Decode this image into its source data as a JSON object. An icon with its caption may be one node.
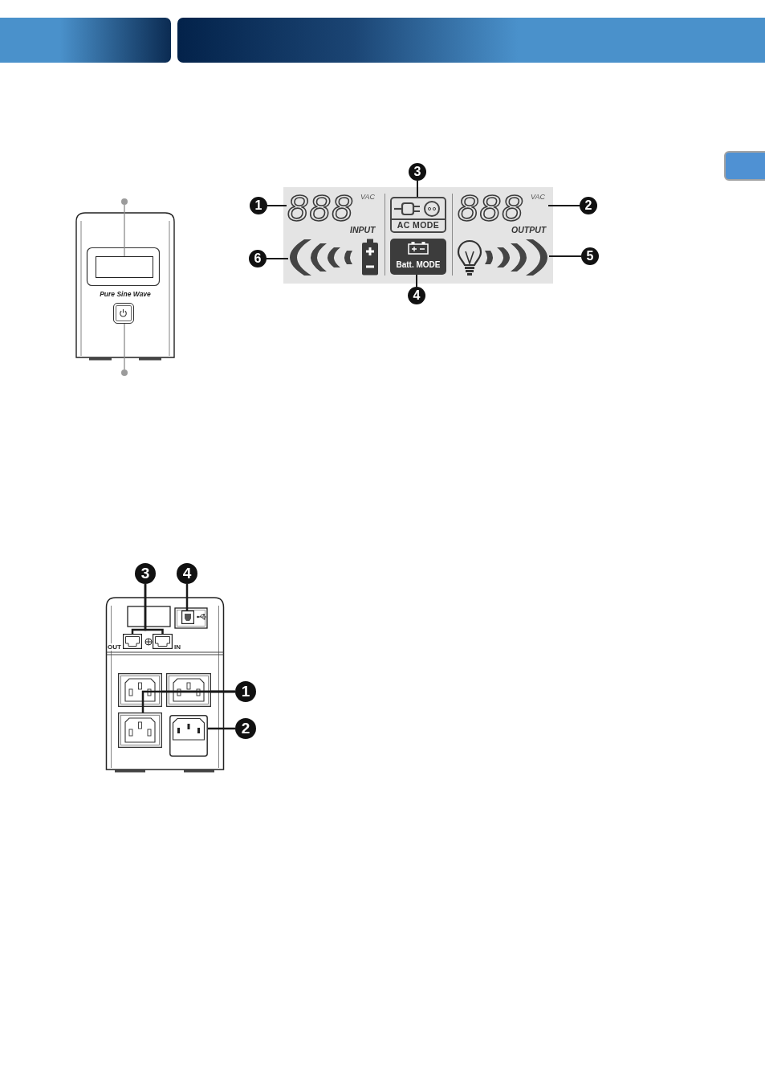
{
  "diagram": {
    "nodes": [
      {
        "text": [
          "Pure Sine Wave"
        ]
      },
      {
        "text": [],
        "shape": "box",
        "in": 0
      },
      {
        "text": [],
        "shape": "box",
        "in": 0
      },
      {
        "text": [],
        "shape": "circle"
      },
      {
        "text": [],
        "shape": "circle"
      },
      {
        "text": [],
        "shape": "box"
      },
      {
        "text": [
          "3"
        ]
      },
      {
        "text": [
          "1"
        ]
      },
      {
        "text": [
          "888",
          "VAC"
        ],
        "in": 5,
        "beside": [
          "INPUT"
        ]
      },
      {
        "text": [
          "AC MODE"
        ],
        "in": 5
      },
      {
        "text": [
          "888",
          "VAC"
        ],
        "in": 5,
        "beside": [
          "OUTPUT"
        ]
      },
      {
        "text": [
          "2"
        ]
      },
      {
        "text": [
          "6"
        ]
      },
      {
        "text": [],
        "shape": "bar",
        "in": 5
      },
      {
        "text": [
          "Batt. MODE"
        ],
        "in": 5
      },
      {
        "text": [],
        "shape": "bar",
        "in": 5
      },
      {
        "text": [
          "5"
        ]
      },
      {
        "text": [
          "4"
        ]
      },
      {
        "text": [
          "3"
        ]
      },
      {
        "text": [
          "4"
        ]
      },
      {
        "text": [],
        "shape": "box"
      },
      {
        "text": [],
        "shape": "box",
        "in": 20,
        "beside": [
          "OUT"
        ]
      },
      {
        "text": [],
        "shape": "box",
        "in": 20,
        "beside": [
          "IN"
        ]
      },
      {
        "text": [],
        "shape": "box",
        "in": 20
      },
      {
        "text": [],
        "shape": "box",
        "in": 20
      },
      {
        "text": [],
        "shape": "box",
        "in": 20
      },
      {
        "text": [
          "1"
        ]
      },
      {
        "text": [],
        "shape": "box",
        "in": 20
      },
      {
        "text": [],
        "shape": "box",
        "in": 20
      },
      {
        "text": [
          "2"
        ]
      }
    ],
    "edges": [
      {
        "from": 3,
        "to": 1,
        "arrow": "none",
        "color": "#8c8c8c"
      },
      {
        "from": 4,
        "to": 2,
        "arrow": "none",
        "color": "#8c8c8c"
      },
      {
        "from": 6,
        "to": 9,
        "arrow": "none"
      },
      {
        "from": 7,
        "to": 8,
        "arrow": "none"
      },
      {
        "from": 11,
        "to": 10,
        "arrow": "none"
      },
      {
        "from": 12,
        "to": 13,
        "arrow": "none"
      },
      {
        "from": 16,
        "to": 15,
        "arrow": "none"
      },
      {
        "from": 17,
        "to": 14,
        "arrow": "none"
      },
      {
        "from": 18,
        "to": 21,
        "arrow": "none"
      },
      {
        "from": 18,
        "to": 22,
        "arrow": "none"
      },
      {
        "from": 19,
        "to": 23,
        "arrow": "none"
      },
      {
        "from": 26,
        "to": 25,
        "arrow": "none"
      },
      {
        "from": 26,
        "to": 24,
        "arrow": "none"
      },
      {
        "from": 26,
        "to": 27,
        "arrow": "none"
      },
      {
        "from": 29,
        "to": 28,
        "arrow": "none"
      }
    ]
  }
}
